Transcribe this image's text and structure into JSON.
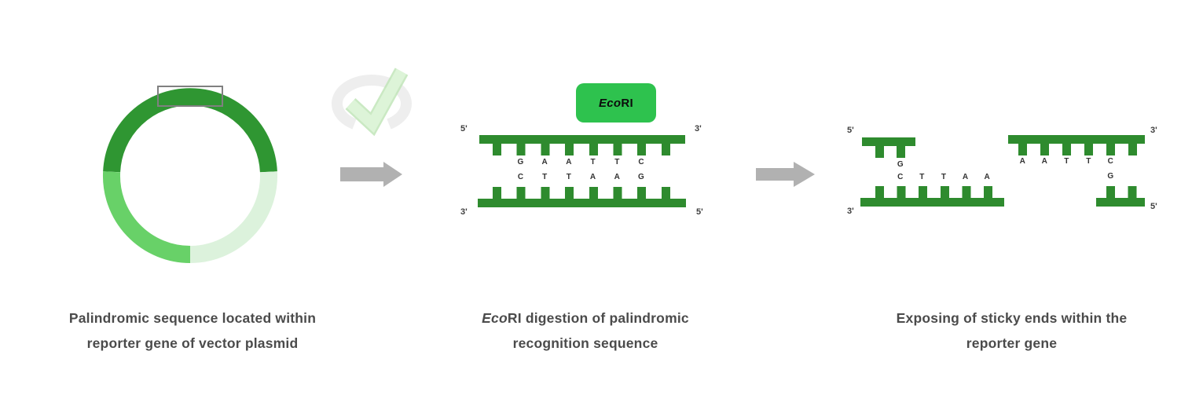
{
  "colors": {
    "dna_green": "#2e8b2e",
    "plasmid_dark_green": "#2f9632",
    "plasmid_mid_green": "#68d168",
    "plasmid_pale_green": "#dcf2dc",
    "enzyme_box_green": "#2ec24e",
    "arrow_gray": "#b1b1b1",
    "selection_box_gray": "#808080",
    "caption_gray": "#4b4b4b"
  },
  "plasmid_panel": {
    "caption_line1": "Palindromic sequence located within",
    "caption_line2": "reporter gene of vector plasmid"
  },
  "enzyme": {
    "name_italic": "Eco",
    "name_rest": "RI"
  },
  "middle_panel": {
    "caption_line1_italic": "Eco",
    "caption_line1_rest": "RI digestion of palindromic",
    "caption_line2": "recognition sequence",
    "strand_top": {
      "left_label": "5'",
      "right_label": "3'",
      "bases": [
        "G",
        "A",
        "A",
        "T",
        "T",
        "C"
      ]
    },
    "strand_bottom": {
      "left_label": "3'",
      "right_label": "5'",
      "bases": [
        "C",
        "T",
        "T",
        "A",
        "A",
        "G"
      ]
    }
  },
  "right_panel": {
    "caption_line1": "Exposing of sticky ends within the",
    "caption_line2": "reporter gene",
    "labels": {
      "top_left": "5'",
      "top_right": "3'",
      "bottom_left": "3'",
      "bottom_right": "5'"
    },
    "fragments": {
      "top_left_base": "G",
      "bottom_left_bases": [
        "C",
        "T",
        "T",
        "A",
        "A"
      ],
      "top_right_bases": [
        "A",
        "A",
        "T",
        "T",
        "C"
      ],
      "bottom_right_base": "G"
    }
  }
}
